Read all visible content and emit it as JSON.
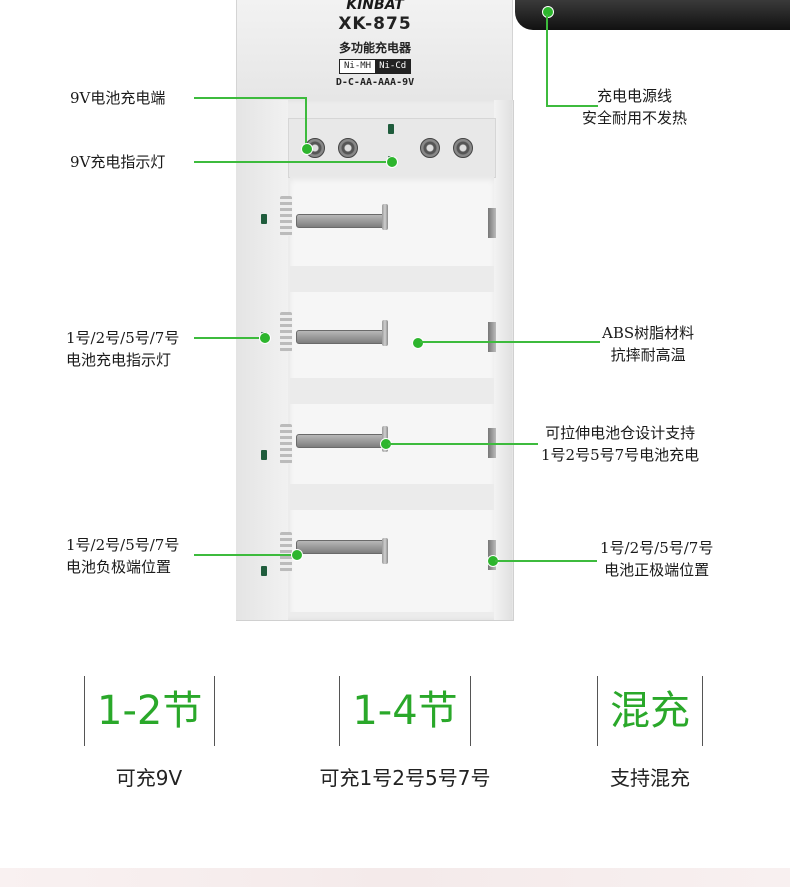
{
  "product": {
    "brand": "KINBAT",
    "model": "XK-875",
    "subtitle": "多功能充电器",
    "chem_left": "Ni-MH",
    "chem_right": "Ni-Cd",
    "sizes": "D-C-AA-AAA-9V"
  },
  "annotations": {
    "left": [
      {
        "id": "9v-terminal",
        "lines": [
          "9V电池充电端"
        ]
      },
      {
        "id": "9v-indicator",
        "lines": [
          "9V充电指示灯"
        ]
      },
      {
        "id": "cell-indicator",
        "lines": [
          "1号/2号/5号/7号",
          "电池充电指示灯"
        ]
      },
      {
        "id": "negative-terminal",
        "lines": [
          "1号/2号/5号/7号",
          "电池负极端位置"
        ]
      }
    ],
    "right": [
      {
        "id": "power-cord",
        "lines": [
          "充电电源线",
          "安全耐用不发热"
        ]
      },
      {
        "id": "abs-material",
        "lines": [
          "ABS树脂材料",
          "抗摔耐高温"
        ]
      },
      {
        "id": "stretch-bay",
        "lines": [
          "可拉伸电池仓设计支持",
          "1号2号5号7号电池充电"
        ]
      },
      {
        "id": "positive-terminal",
        "lines": [
          "1号/2号/5号/7号",
          "电池正极端位置"
        ]
      }
    ]
  },
  "features": [
    {
      "value": "1-2节",
      "caption": "可充9V"
    },
    {
      "value": "1-4节",
      "caption": "可充1号2号5号7号"
    },
    {
      "value": "混充",
      "caption": "支持混充"
    }
  ],
  "colors": {
    "accent": "#2aa82a",
    "line": "#3dbb3d",
    "text": "#1a1a1a"
  }
}
